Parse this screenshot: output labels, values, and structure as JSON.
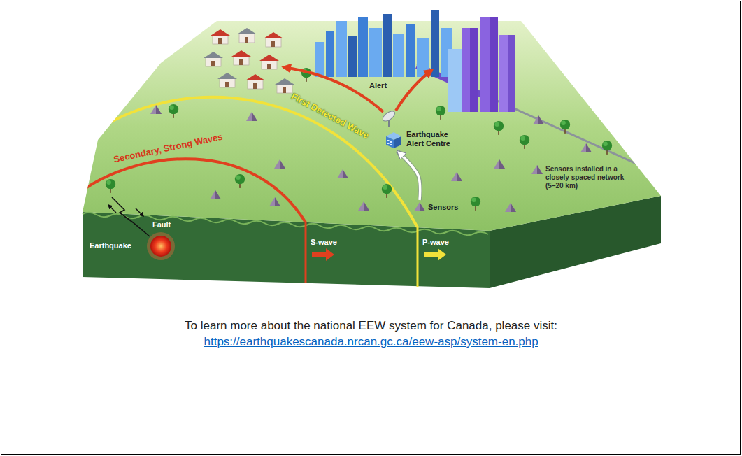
{
  "diagram": {
    "caption": "To learn more about the national EEW system for Canada, please visit:",
    "nodes": [
      {
        "text": [
          "Earthquake Alert Centre"
        ]
      },
      {
        "text": [
          "Sensors"
        ]
      }
    ],
    "edges": [
      {
        "from": 1,
        "to": 0,
        "arrow": "to"
      }
    ],
    "labels": [
      "Alert",
      "First Detected Wave",
      "Secondary, Strong Waves",
      "Fault",
      "Earthquake",
      "S-wave",
      "P-wave",
      "https://earthquakescanada.nrcan.gc.ca/eew-asp/system-en.php"
    ],
    "legend": [
      {
        "text": "Sensors installed in a closely spaced network (5–20 km)"
      }
    ]
  }
}
